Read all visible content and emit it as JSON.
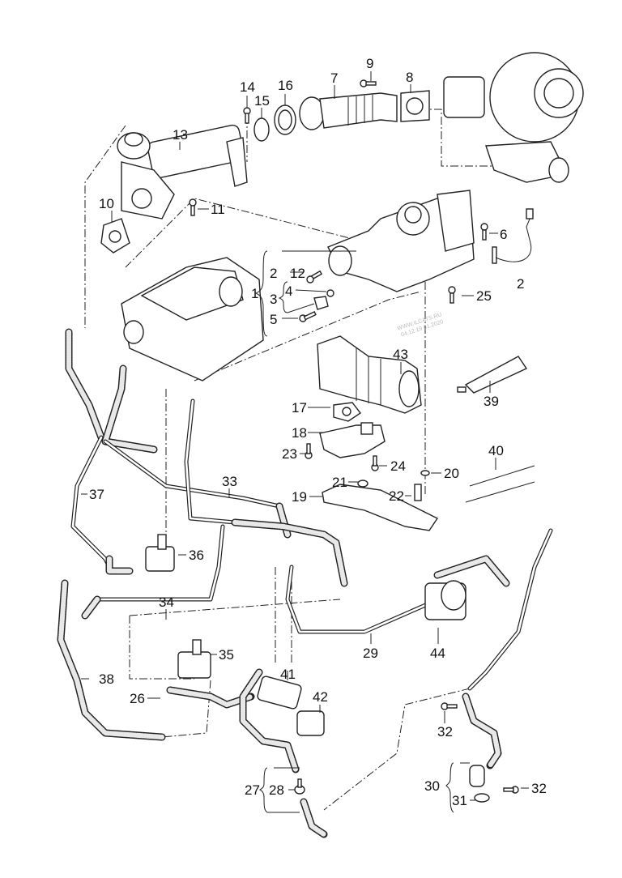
{
  "diagram": {
    "type": "exploded-parts-diagram",
    "subject": "EGR system / exhaust gas recirculation components",
    "watermark": {
      "line1": "WWW.ILCATS.RU",
      "line2": "04.12.19 01.2020"
    },
    "callouts": [
      {
        "id": "c1",
        "label": "1"
      },
      {
        "id": "c2a",
        "label": "2"
      },
      {
        "id": "c2b",
        "label": "2"
      },
      {
        "id": "c3",
        "label": "3"
      },
      {
        "id": "c4",
        "label": "4"
      },
      {
        "id": "c5",
        "label": "5"
      },
      {
        "id": "c6",
        "label": "6"
      },
      {
        "id": "c7",
        "label": "7"
      },
      {
        "id": "c8",
        "label": "8"
      },
      {
        "id": "c9",
        "label": "9"
      },
      {
        "id": "c10",
        "label": "10"
      },
      {
        "id": "c11",
        "label": "11"
      },
      {
        "id": "c12",
        "label": "12"
      },
      {
        "id": "c13",
        "label": "13"
      },
      {
        "id": "c14",
        "label": "14"
      },
      {
        "id": "c15",
        "label": "15"
      },
      {
        "id": "c16",
        "label": "16"
      },
      {
        "id": "c17",
        "label": "17"
      },
      {
        "id": "c18",
        "label": "18"
      },
      {
        "id": "c19",
        "label": "19"
      },
      {
        "id": "c20",
        "label": "20"
      },
      {
        "id": "c21",
        "label": "21"
      },
      {
        "id": "c22",
        "label": "22"
      },
      {
        "id": "c23",
        "label": "23"
      },
      {
        "id": "c24",
        "label": "24"
      },
      {
        "id": "c25",
        "label": "25"
      },
      {
        "id": "c26",
        "label": "26"
      },
      {
        "id": "c27",
        "label": "27"
      },
      {
        "id": "c28",
        "label": "28"
      },
      {
        "id": "c29",
        "label": "29"
      },
      {
        "id": "c30",
        "label": "30"
      },
      {
        "id": "c31",
        "label": "31"
      },
      {
        "id": "c32a",
        "label": "32"
      },
      {
        "id": "c32b",
        "label": "32"
      },
      {
        "id": "c33",
        "label": "33"
      },
      {
        "id": "c34",
        "label": "34"
      },
      {
        "id": "c35",
        "label": "35"
      },
      {
        "id": "c36",
        "label": "36"
      },
      {
        "id": "c37",
        "label": "37"
      },
      {
        "id": "c38",
        "label": "38"
      },
      {
        "id": "c39",
        "label": "39"
      },
      {
        "id": "c40",
        "label": "40"
      },
      {
        "id": "c41",
        "label": "41"
      },
      {
        "id": "c42",
        "label": "42"
      },
      {
        "id": "c43",
        "label": "43"
      },
      {
        "id": "c44",
        "label": "44"
      }
    ]
  }
}
